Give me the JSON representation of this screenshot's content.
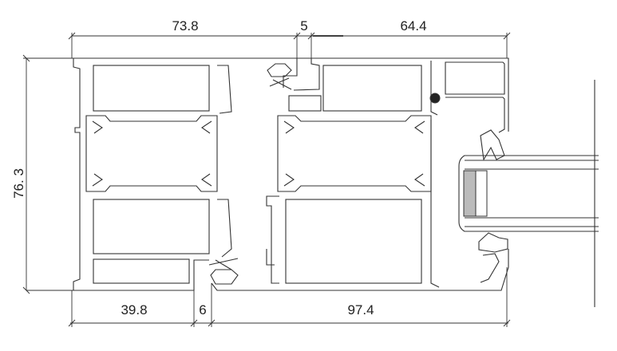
{
  "title": "Window profile cross-section",
  "dimensions": {
    "top_left": "73.8",
    "top_gap": "5",
    "top_right": "64.4",
    "height": "76. 3",
    "bottom_left": "39.8",
    "bottom_gap": "6",
    "bottom_right": "97.4"
  },
  "colors": {
    "line": "#333333",
    "background": "#ffffff"
  }
}
